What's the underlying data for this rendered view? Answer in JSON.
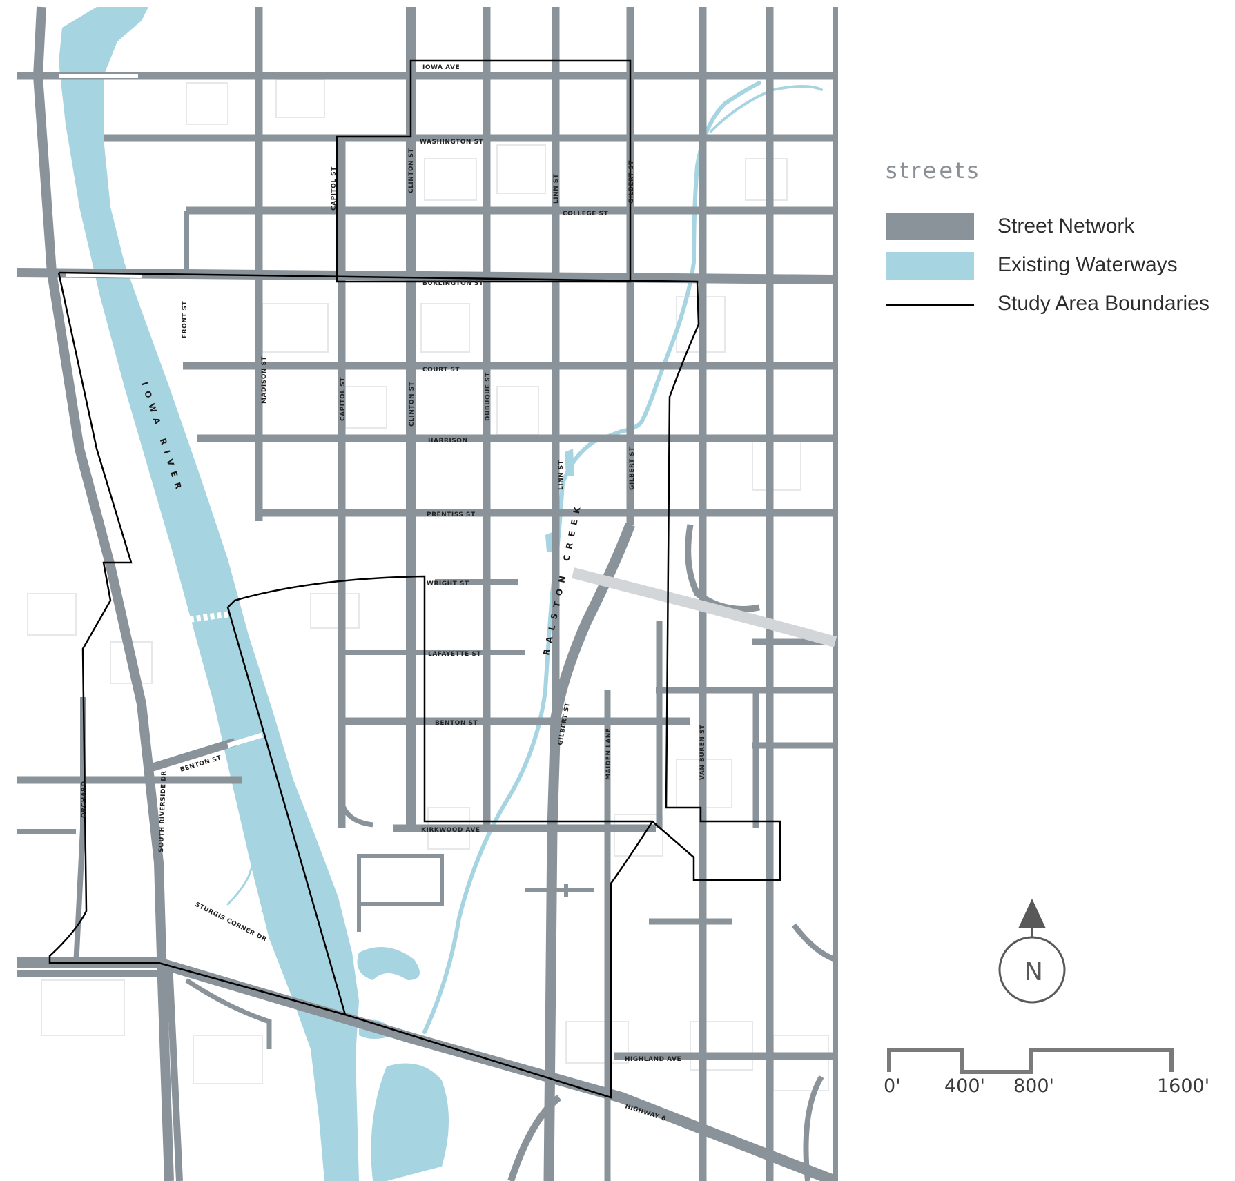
{
  "legend": {
    "title": "streets",
    "items": [
      {
        "label": "Street Network",
        "color": "#8a9399"
      },
      {
        "label": "Existing Waterways",
        "color": "#a7d4e1"
      },
      {
        "label": "Study Area Boundaries",
        "color": "#000000"
      }
    ]
  },
  "north_arrow": {
    "label": "N"
  },
  "scale_bar": {
    "ticks": [
      "0'",
      "400'",
      "800'",
      "1600'"
    ]
  },
  "streets": {
    "iowa_ave": "IOWA AVE",
    "washington": "WASHINGTON ST",
    "college": "COLLEGE ST",
    "burlington": "BURLINGTON ST",
    "court": "COURT ST",
    "harrison": "HARRISON",
    "prentiss": "PRENTISS ST",
    "wright": "WRIGHT ST",
    "lafayette": "LAFAYETTE ST",
    "benton_east": "BENTON ST",
    "benton_west": "BENTON ST",
    "kirkwood": "KIRKWOOD AVE",
    "highland": "HIGHLAND AVE",
    "highway6": "HIGHWAY 6",
    "front": "FRONT ST",
    "madison": "MADISON ST",
    "capitol_n": "CAPITOL ST",
    "capitol_s": "CAPITOL ST",
    "clinton_n": "CLINTON ST",
    "clinton_s": "CLINTON ST",
    "dubuque": "DUBUQUE ST",
    "linn_n": "LINN ST",
    "linn_s": "LINN ST",
    "gilbert_n": "GILBERT ST",
    "gilbert_m": "GILBERT ST",
    "gilbert_s": "GILBERT ST",
    "maiden_lane": "MAIDEN LANE",
    "van_buren": "VAN BUREN ST",
    "south_riverside": "SOUTH RIVERSIDE DR",
    "orchard": "ORCHARD",
    "sturgis_corner": "STURGIS CORNER DR",
    "iowa_river": "IOWA RIVER",
    "ralston_creek": "RALSTON CREEK"
  },
  "colors": {
    "street": "#8a9399",
    "water": "#a7d4e1",
    "boundary": "#000000",
    "parcel": "#e6e8ea"
  }
}
